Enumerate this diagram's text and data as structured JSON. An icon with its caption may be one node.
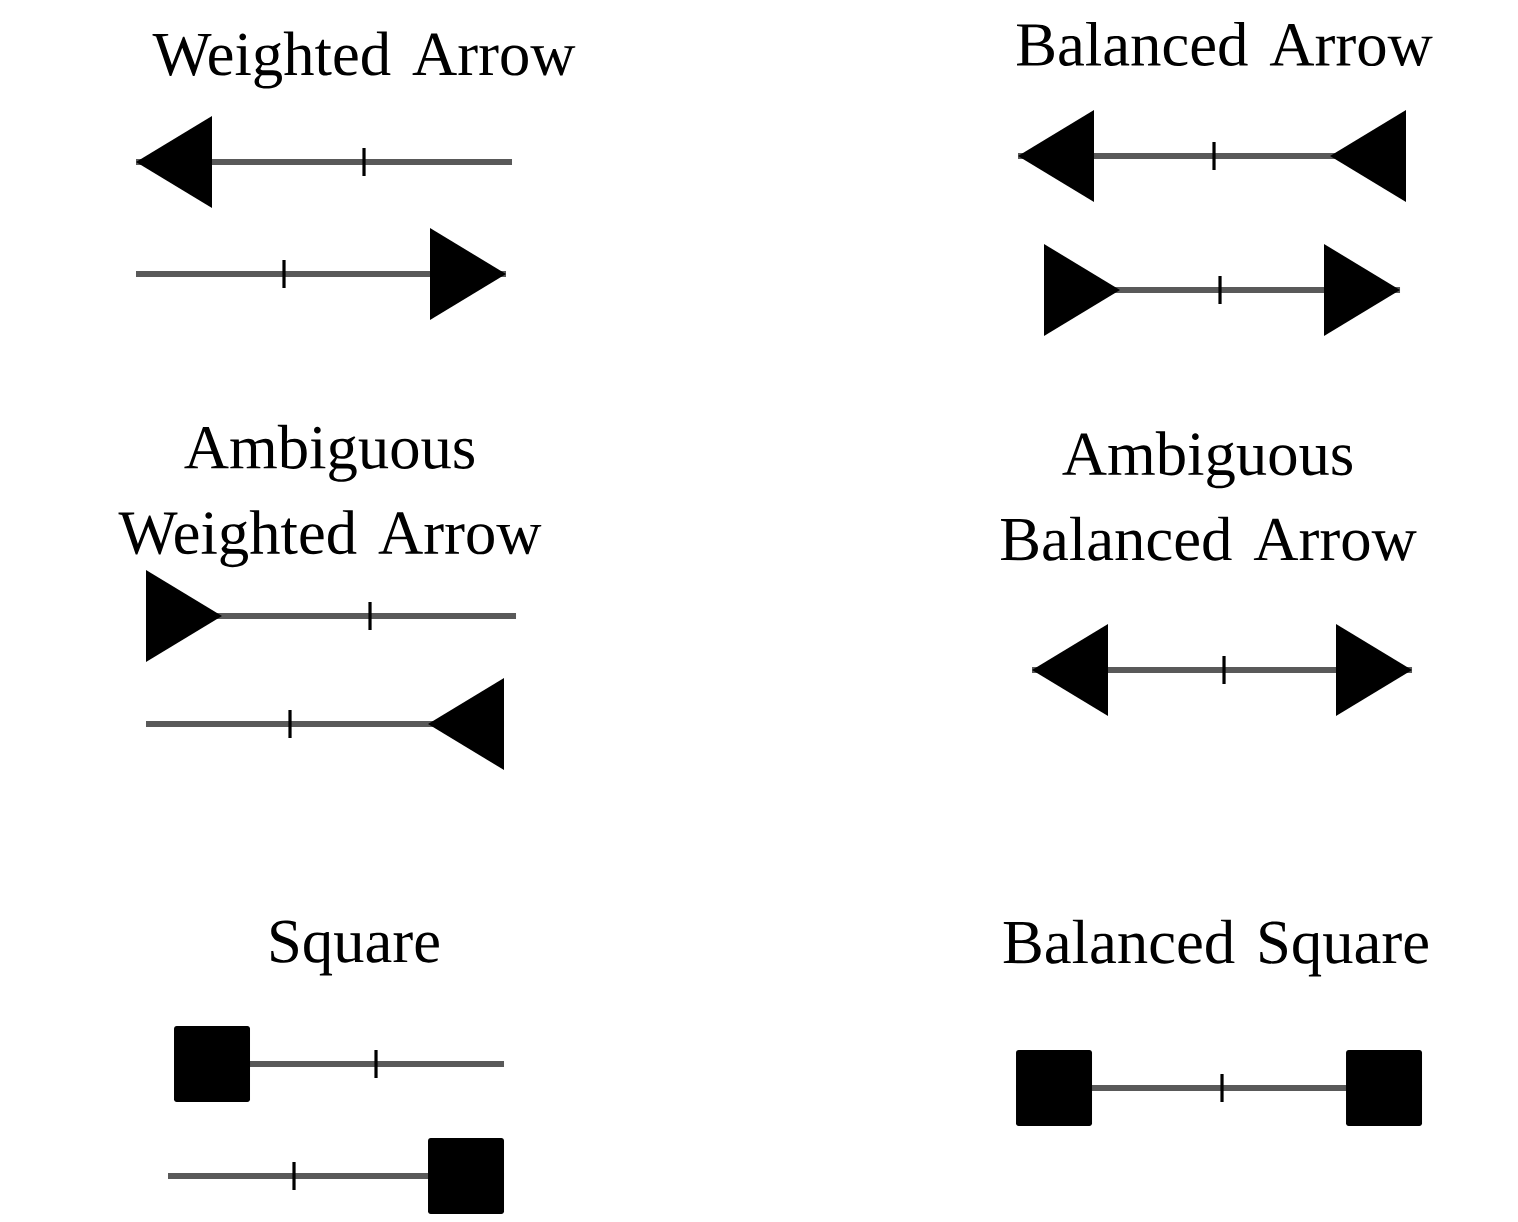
{
  "diagram": {
    "labels": [
      "Weighted Arrow",
      "Balanced Arrow",
      "Ambiguous Weighted Arrow",
      "Ambiguous Balanced Arrow",
      "Square",
      "Balanced Square"
    ]
  }
}
